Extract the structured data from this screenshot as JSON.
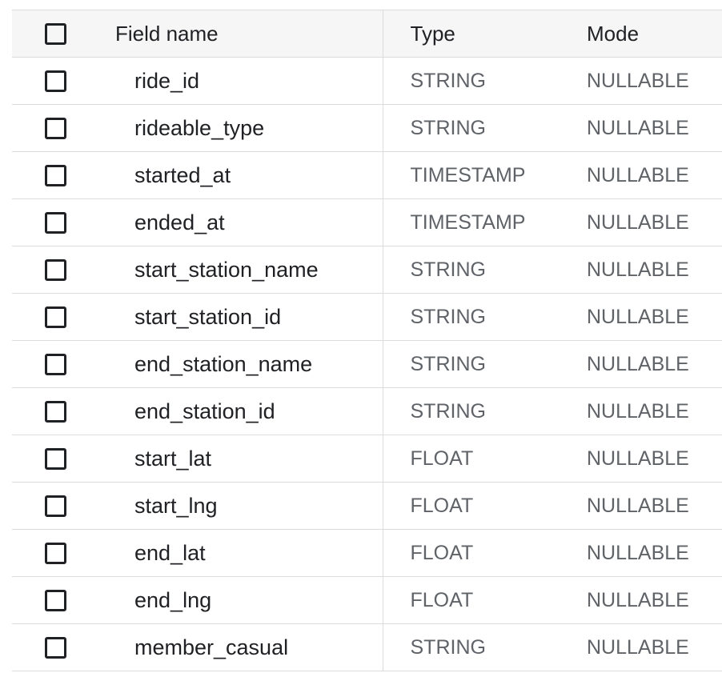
{
  "table": {
    "headers": {
      "field_name": "Field name",
      "type": "Type",
      "mode": "Mode"
    },
    "rows": [
      {
        "name": "ride_id",
        "type": "STRING",
        "mode": "NULLABLE",
        "checked": false
      },
      {
        "name": "rideable_type",
        "type": "STRING",
        "mode": "NULLABLE",
        "checked": false
      },
      {
        "name": "started_at",
        "type": "TIMESTAMP",
        "mode": "NULLABLE",
        "checked": false
      },
      {
        "name": "ended_at",
        "type": "TIMESTAMP",
        "mode": "NULLABLE",
        "checked": false
      },
      {
        "name": "start_station_name",
        "type": "STRING",
        "mode": "NULLABLE",
        "checked": false
      },
      {
        "name": "start_station_id",
        "type": "STRING",
        "mode": "NULLABLE",
        "checked": false
      },
      {
        "name": "end_station_name",
        "type": "STRING",
        "mode": "NULLABLE",
        "checked": false
      },
      {
        "name": "end_station_id",
        "type": "STRING",
        "mode": "NULLABLE",
        "checked": false
      },
      {
        "name": "start_lat",
        "type": "FLOAT",
        "mode": "NULLABLE",
        "checked": false
      },
      {
        "name": "start_lng",
        "type": "FLOAT",
        "mode": "NULLABLE",
        "checked": false
      },
      {
        "name": "end_lat",
        "type": "FLOAT",
        "mode": "NULLABLE",
        "checked": false
      },
      {
        "name": "end_lng",
        "type": "FLOAT",
        "mode": "NULLABLE",
        "checked": false
      },
      {
        "name": "member_casual",
        "type": "STRING",
        "mode": "NULLABLE",
        "checked": false
      }
    ]
  }
}
